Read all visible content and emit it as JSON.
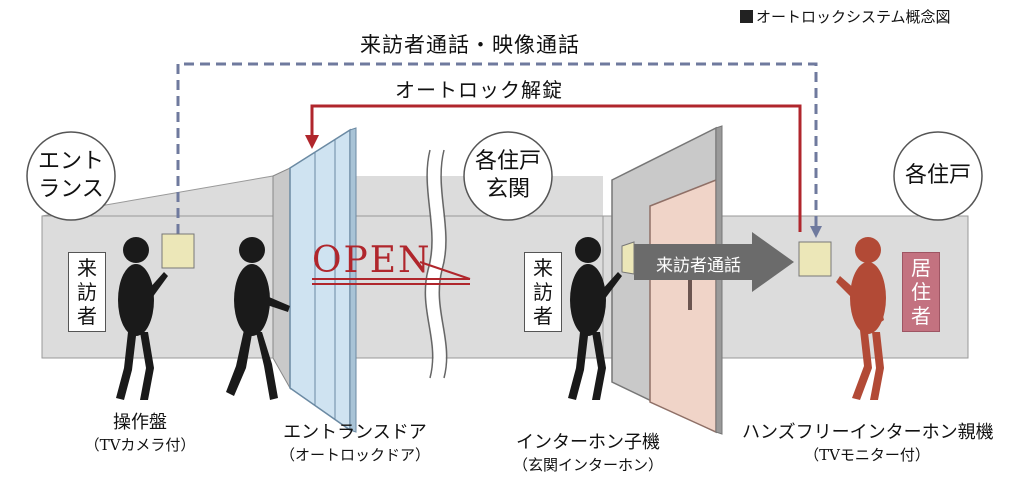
{
  "legend": "オートロックシステム概念図",
  "top_label": "来訪者通話・映像通話",
  "unlock_label": "オートロック解錠",
  "open_text": "OPEN",
  "arrow_label": "来訪者通話",
  "circles": {
    "entrance_line1": "エント",
    "entrance_line2": "ランス",
    "genkan_line1": "各住戸",
    "genkan_line2": "玄関",
    "unit": "各住戸"
  },
  "tags": {
    "visitor1": "来訪者",
    "visitor2": "来訪者",
    "resident": "居住者"
  },
  "captions": {
    "panel": "操作盤",
    "panel_sub": "（TVカメラ付）",
    "door": "エントランスドア",
    "door_sub": "（オートロックドア）",
    "intercom_sub_unit": "インターホン子機",
    "intercom_sub_unit_sub": "（玄関インターホン）",
    "handsfree": "ハンズフリーインターホン親機",
    "handsfree_sub": "（TVモニター付）"
  },
  "colors": {
    "dashed_line": "#6f7a9e",
    "unlock_line": "#b0262c",
    "wall": "#dcdcdc",
    "resident": "#b24a36",
    "resident_tag": "#c37280",
    "device": "#ece7b8",
    "glass": "#cfe3f1",
    "door": "#f0d4c8"
  }
}
